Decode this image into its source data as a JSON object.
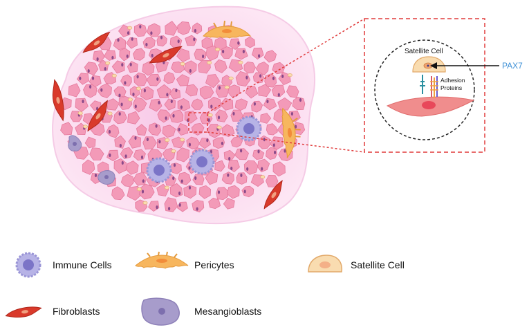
{
  "inset": {
    "title": "Satellite Cell",
    "pointer_label": "PAX7",
    "adhesion_label_line1": "Adhesion",
    "adhesion_label_line2": "Proteins"
  },
  "legend": {
    "immune": "Immune Cells",
    "pericytes": "Pericytes",
    "satellite": "Satellite Cell",
    "fibroblasts": "Fibroblasts",
    "mesangioblasts": "Mesangioblasts"
  },
  "colors": {
    "tissue_halo": "#fbd9ef",
    "myofiber": "#f39ab8",
    "myofiber_edge": "#e5799c",
    "nucleus": "#8a4a8a",
    "satellite_fill": "#f9dcb0",
    "pericyte": "#f7b65e",
    "fibroblast": "#d93a2b",
    "immune": "#b7b3e6",
    "mesangioblast": "#a79ccb",
    "dashed_red": "#e03b3b",
    "pax7_blue": "#3b8fd6"
  }
}
